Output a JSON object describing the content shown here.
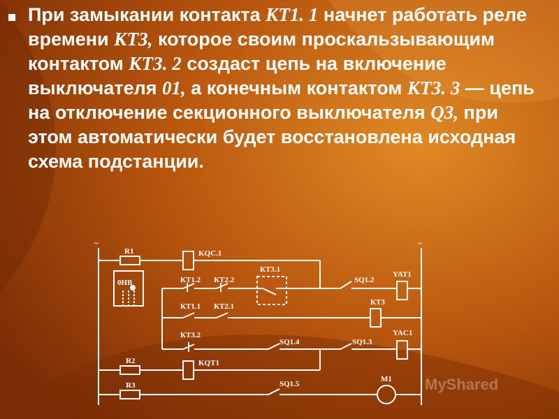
{
  "slide": {
    "paragraph": [
      {
        "t": "При замыкании контакта "
      },
      {
        "t": "КТ1. 1",
        "i": true
      },
      {
        "t": " начнет работать реле времени "
      },
      {
        "t": "КТЗ,",
        "i": true
      },
      {
        "t": " которое своим проскальзывающим контактом "
      },
      {
        "t": "КТЗ. 2",
        "i": true
      },
      {
        "t": " создаст цепь на включение выключателя "
      },
      {
        "t": "01,",
        "i": true
      },
      {
        "t": " а конечным контактом "
      },
      {
        "t": "КТЗ. 3",
        "i": true
      },
      {
        "t": " — цепь на отключение секционного выключателя "
      },
      {
        "t": "Q3,",
        "i": true
      },
      {
        "t": " при этом автоматически будет восстановлена исходная схема подстанции."
      }
    ]
  },
  "diagram": {
    "labels": {
      "tilde_left": "~",
      "tilde_right": "~",
      "r1": "R1",
      "kqc1": "KQC.1",
      "ohb": "0НВ",
      "kt12": "КТ1.2",
      "kt22": "КТ2.2",
      "kt31": "КТ3.1",
      "sq12": "SQ1.2",
      "yat1": "YAT1",
      "kt11": "КТ1.1",
      "kt21": "КТ2.1",
      "kt3": "КТ3",
      "kt32": "КТ3.2",
      "sq14": "SQ1.4",
      "sq13": "SQ1.3",
      "yac1": "YAC1",
      "r2": "R2",
      "kqt1": "KQT1",
      "r3": "R3",
      "sq15": "SQ1.5",
      "m1": "M1"
    }
  },
  "watermark": "MyShared",
  "colors": {
    "bg_dark": "#8a3506",
    "bg_light": "#d97a1a",
    "line": "#ffffff"
  }
}
